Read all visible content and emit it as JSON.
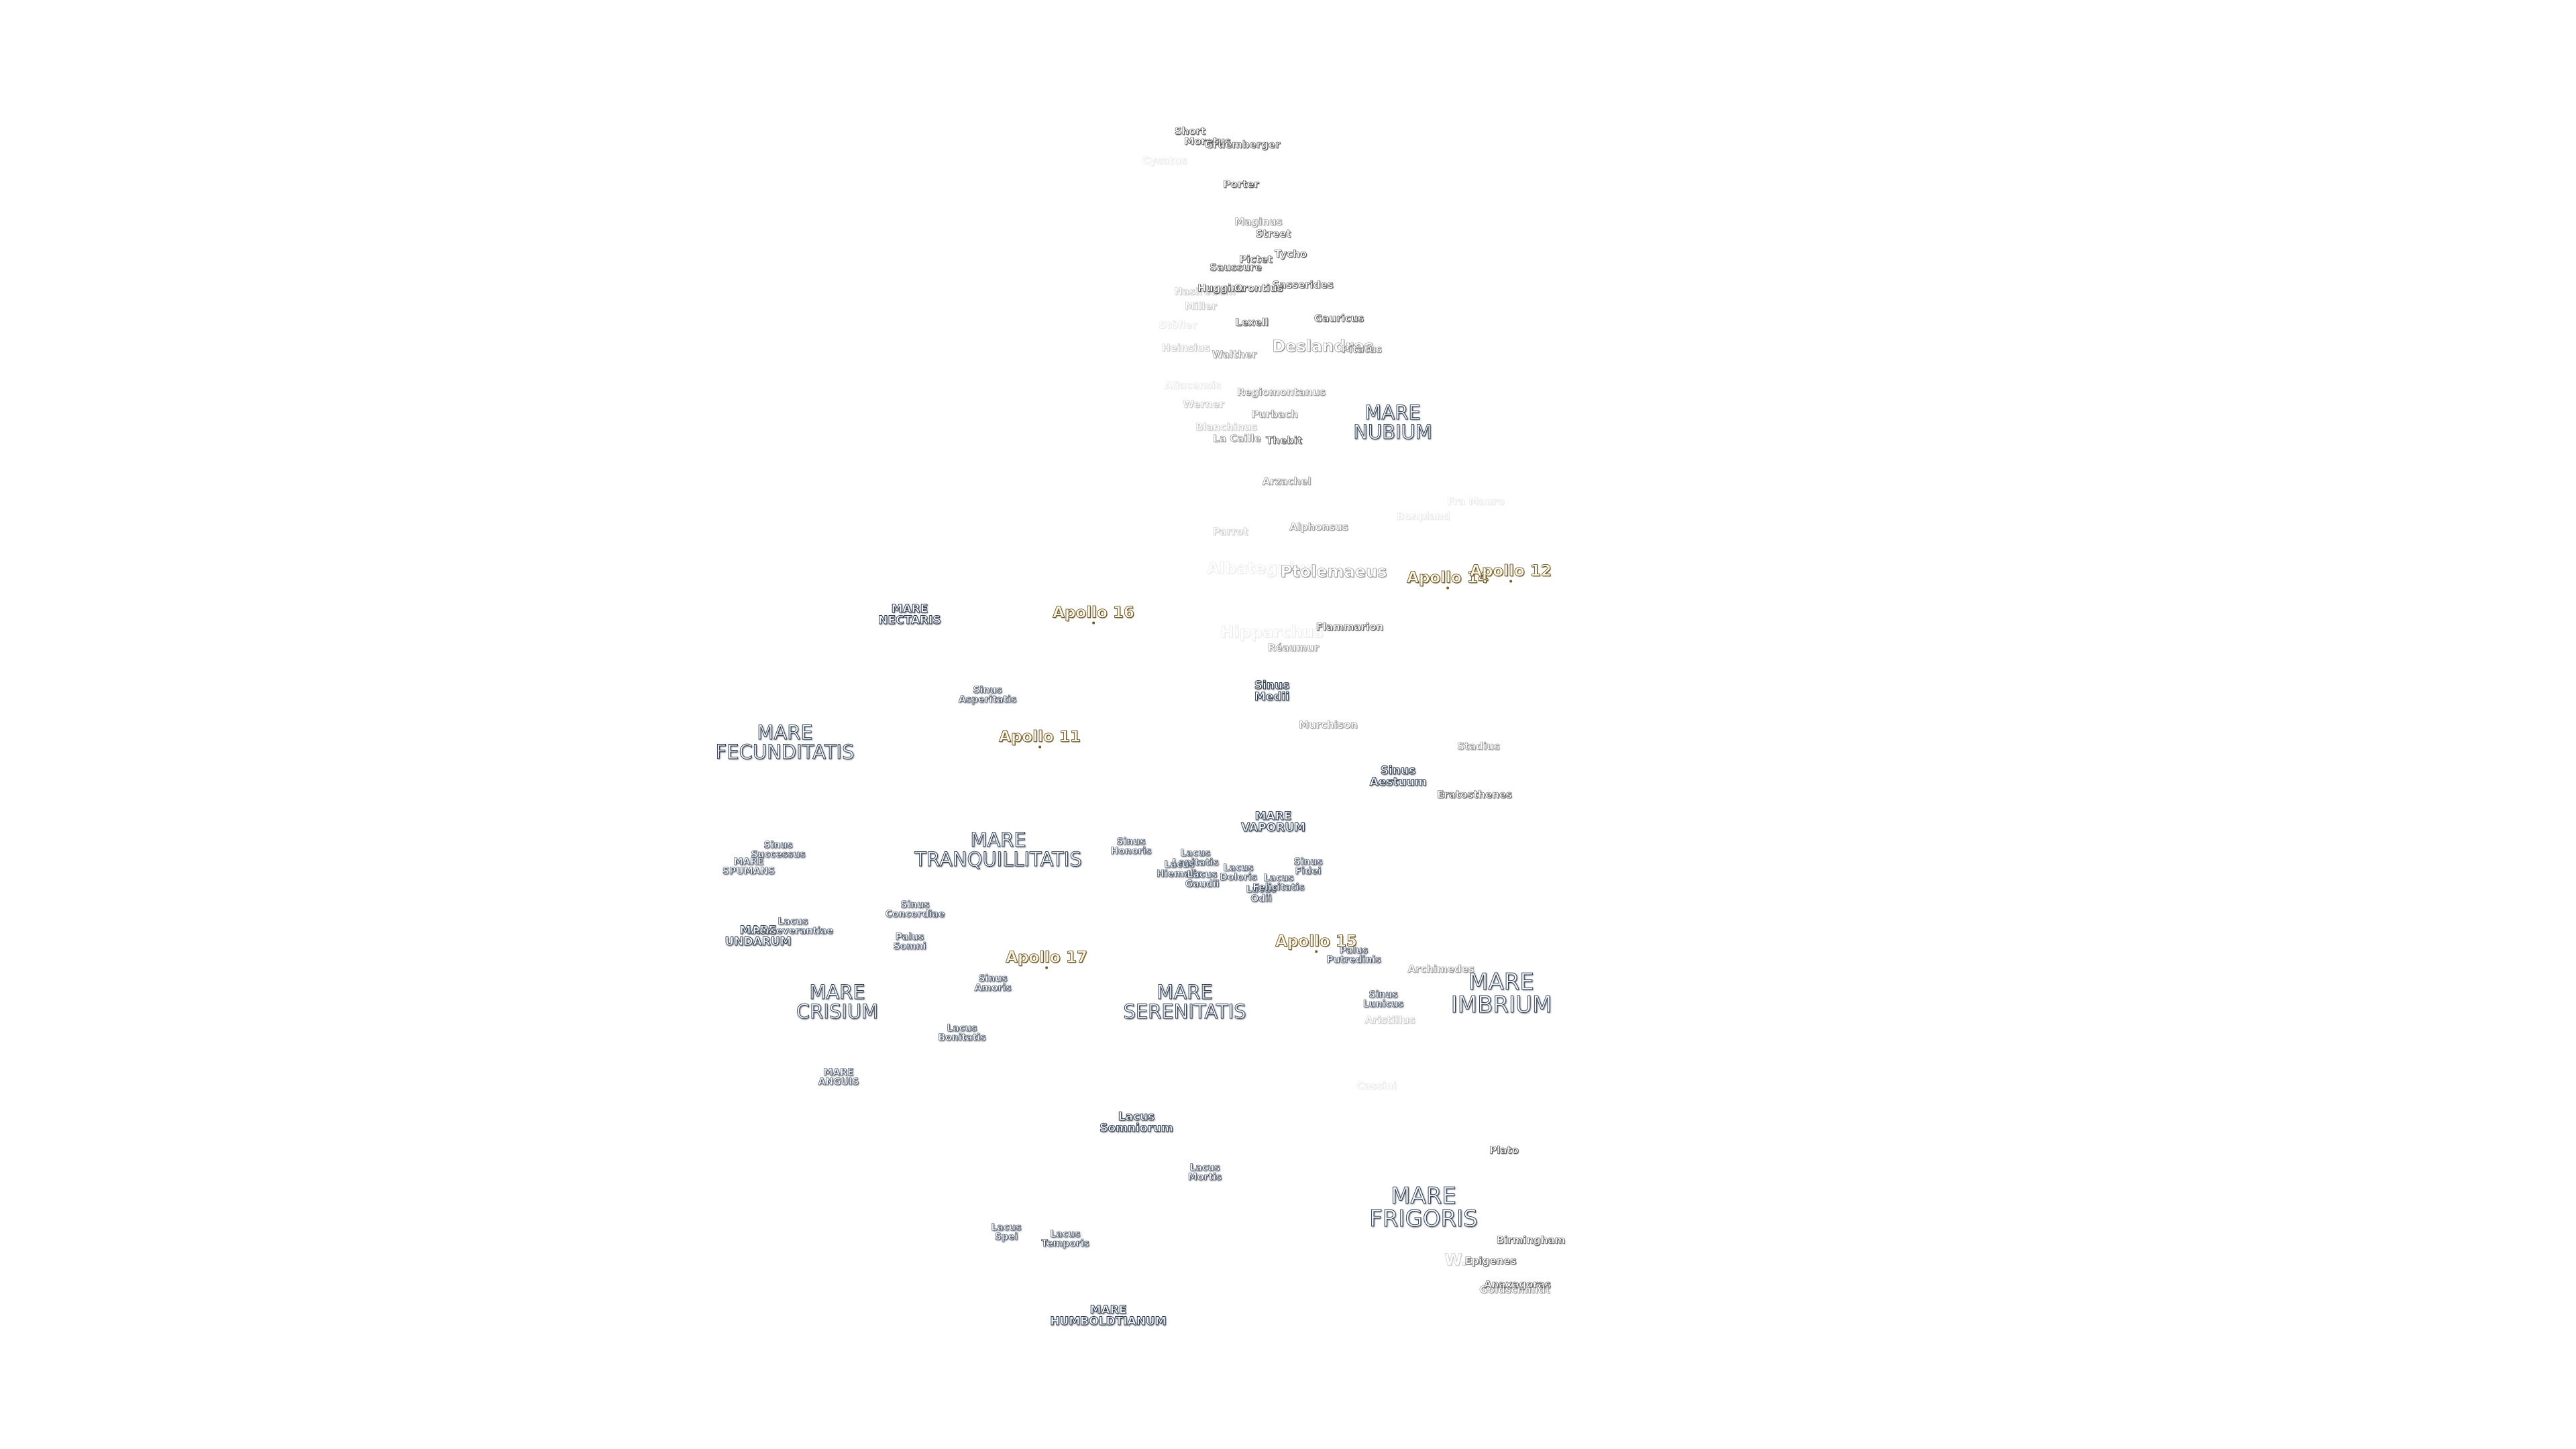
{
  "map": {
    "apollo_sites": [
      {
        "id": "apollo-11",
        "label": "Apollo 11"
      },
      {
        "id": "apollo-12",
        "label": "Apollo 12"
      },
      {
        "id": "apollo-14",
        "label": "Apollo 14"
      },
      {
        "id": "apollo-15",
        "label": "Apollo 15"
      },
      {
        "id": "apollo-16",
        "label": "Apollo 16"
      },
      {
        "id": "apollo-17",
        "label": "Apollo 17"
      }
    ],
    "maria": [
      {
        "id": "mare-nubium",
        "label": "MARE\nNUBIUM"
      },
      {
        "id": "mare-nectaris",
        "label": "MARE\nNECTARIS"
      },
      {
        "id": "mare-fecunditatis",
        "label": "MARE\nFECUNDITATIS"
      },
      {
        "id": "mare-tranquillitatis",
        "label": "MARE\nTRANQUILLITATIS"
      },
      {
        "id": "mare-vaporum",
        "label": "MARE\nVAPORUM"
      },
      {
        "id": "mare-spumans",
        "label": "MARE\nSPUMANS"
      },
      {
        "id": "mare-undarum",
        "label": "MARE\nUNDARUM"
      },
      {
        "id": "mare-crisium",
        "label": "MARE\nCRISIUM"
      },
      {
        "id": "mare-serenitatis",
        "label": "MARE\nSERENITATIS"
      },
      {
        "id": "mare-imbrium",
        "label": "MARE\nIMBRIUM"
      },
      {
        "id": "mare-anguis",
        "label": "MARE\nANGUIS"
      },
      {
        "id": "mare-frigoris",
        "label": "MARE\nFRIGORIS"
      },
      {
        "id": "mare-humboldtianum",
        "label": "MARE\nHUMBOLDTIANUM"
      },
      {
        "id": "sinus-asperitatis",
        "label": "Sinus\nAsperitatis"
      },
      {
        "id": "sinus-medii",
        "label": "Sinus\nMedii"
      },
      {
        "id": "sinus-aestuum",
        "label": "Sinus\nAestuum"
      },
      {
        "id": "sinus-successus",
        "label": "Sinus\nSuccessus"
      },
      {
        "id": "sinus-honoris",
        "label": "Sinus\nHonoris"
      },
      {
        "id": "sinus-concordiae",
        "label": "Sinus\nConcordiae"
      },
      {
        "id": "sinus-amoris",
        "label": "Sinus\nAmoris"
      },
      {
        "id": "sinus-fidei",
        "label": "Sinus\nFidei"
      },
      {
        "id": "sinus-lunicus",
        "label": "Sinus\nLunicus"
      },
      {
        "id": "lacus-lenitatis",
        "label": "Lacus\nLenitatis"
      },
      {
        "id": "lacus-hiemalis",
        "label": "Lacus\nHiemalis"
      },
      {
        "id": "lacus-gaudii",
        "label": "Lacus\nGaudii"
      },
      {
        "id": "lacus-doloris",
        "label": "Lacus\nDoloris"
      },
      {
        "id": "lacus-odii",
        "label": "Lacus\nOdii"
      },
      {
        "id": "lacus-felicitatis",
        "label": "Lacus\nFelicitatis"
      },
      {
        "id": "lacus-perseverantiae",
        "label": "Lacus\nPerseverantiae"
      },
      {
        "id": "lacus-bonitatis",
        "label": "Lacus\nBonitatis"
      },
      {
        "id": "lacus-somniorum",
        "label": "Lacus\nSomniorum"
      },
      {
        "id": "lacus-mortis",
        "label": "Lacus\nMortis"
      },
      {
        "id": "lacus-spei",
        "label": "Lacus\nSpei"
      },
      {
        "id": "lacus-temporis",
        "label": "Lacus\nTemporis"
      },
      {
        "id": "palus-somni",
        "label": "Palus\nSomni"
      },
      {
        "id": "palus-putredinis",
        "label": "Palus\nPutredinis"
      }
    ],
    "craters": [
      {
        "id": "short",
        "label": "Short"
      },
      {
        "id": "moretus",
        "label": "Moretus"
      },
      {
        "id": "gruemberger",
        "label": "Gruemberger"
      },
      {
        "id": "cysatus",
        "label": "Cysatus"
      },
      {
        "id": "porter",
        "label": "Porter"
      },
      {
        "id": "maginus",
        "label": "Maginus"
      },
      {
        "id": "street",
        "label": "Street"
      },
      {
        "id": "pictet",
        "label": "Pictet"
      },
      {
        "id": "tycho",
        "label": "Tycho"
      },
      {
        "id": "sasserides",
        "label": "Sasserides"
      },
      {
        "id": "saussure",
        "label": "Saussure"
      },
      {
        "id": "heinsius",
        "label": "Heinsius"
      },
      {
        "id": "nasireddin",
        "label": "Nasireddin"
      },
      {
        "id": "orontius",
        "label": "Orontius"
      },
      {
        "id": "huggins",
        "label": "Huggins"
      },
      {
        "id": "miller",
        "label": "Miller"
      },
      {
        "id": "gauricus",
        "label": "Gauricus"
      },
      {
        "id": "lexell",
        "label": "Lexell"
      },
      {
        "id": "stoefler",
        "label": "Stöfler"
      },
      {
        "id": "walther",
        "label": "Walther"
      },
      {
        "id": "deslandres",
        "label": "Deslandres"
      },
      {
        "id": "pitatus",
        "label": "Pitatus"
      },
      {
        "id": "aliacensis",
        "label": "Aliacensis"
      },
      {
        "id": "regiomontanus",
        "label": "Regiomontanus"
      },
      {
        "id": "werner",
        "label": "Werner"
      },
      {
        "id": "purbach",
        "label": "Purbach"
      },
      {
        "id": "blanchinus",
        "label": "Blanchinus"
      },
      {
        "id": "la-caille",
        "label": "La Caille"
      },
      {
        "id": "thebit",
        "label": "Thebit"
      },
      {
        "id": "arzachel",
        "label": "Arzachel"
      },
      {
        "id": "bonpland",
        "label": "Bonpland"
      },
      {
        "id": "alphonsus",
        "label": "Alphonsus"
      },
      {
        "id": "parrot",
        "label": "Parrot"
      },
      {
        "id": "albategnius",
        "label": "Albategnius"
      },
      {
        "id": "ptolemaeus",
        "label": "Ptolemaeus"
      },
      {
        "id": "fra-mauro",
        "label": "Fra Mauro"
      },
      {
        "id": "hipparchus",
        "label": "Hipparchus"
      },
      {
        "id": "flammarion",
        "label": "Flammarion"
      },
      {
        "id": "reaumur",
        "label": "Réaumur"
      },
      {
        "id": "murchison",
        "label": "Murchison"
      },
      {
        "id": "stadius",
        "label": "Stadius"
      },
      {
        "id": "eratosthenes",
        "label": "Eratosthenes"
      },
      {
        "id": "archimedes",
        "label": "Archimedes"
      },
      {
        "id": "aristillus",
        "label": "Aristillus"
      },
      {
        "id": "cassini",
        "label": "Cassini"
      },
      {
        "id": "plato",
        "label": "Plato"
      },
      {
        "id": "birmingham",
        "label": "Birmingham"
      },
      {
        "id": "w-bond",
        "label": "W."
      },
      {
        "id": "epigenes",
        "label": "Epigenes"
      },
      {
        "id": "anaxagoras",
        "label": "Anaxagoras"
      },
      {
        "id": "goldschmidt",
        "label": "Goldschmidt"
      }
    ]
  }
}
